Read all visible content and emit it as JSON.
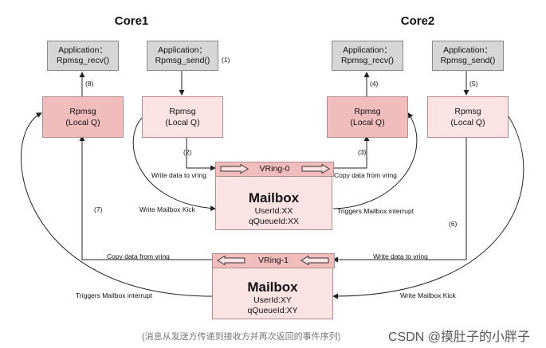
{
  "diagram": {
    "cores": [
      {
        "title": "Core1",
        "apps": [
          {
            "line1": "Application：",
            "line2": "Rpmsg_recv()"
          },
          {
            "line1": "Application：",
            "line2": "Rpmsg_send()"
          }
        ],
        "rpmsg": [
          {
            "line1": "Rpmsg",
            "line2": "(Local Q)"
          },
          {
            "line1": "Rpmsg",
            "line2": "(Local Q)"
          }
        ]
      },
      {
        "title": "Core2",
        "apps": [
          {
            "line1": "Application：",
            "line2": "Rpmsg_recv()"
          },
          {
            "line1": "Application：",
            "line2": "Rpmsg_send()"
          }
        ],
        "rpmsg": [
          {
            "line1": "Rpmsg",
            "line2": "(Local Q)"
          },
          {
            "line1": "Rpmsg",
            "line2": "(Local Q)"
          }
        ]
      }
    ],
    "vrings": [
      {
        "label": "VRing-0"
      },
      {
        "label": "VRing-1"
      }
    ],
    "mailboxes": [
      {
        "title": "Mailbox",
        "user_id": "UserId:XX",
        "queue_id": "qQueueId:XX"
      },
      {
        "title": "Mailbox",
        "user_id": "UserId:XY",
        "queue_id": "qQueueId:XY"
      }
    ],
    "steps": [
      "(1)",
      "(2)",
      "(3)",
      "(4)",
      "(5)",
      "(6)",
      "(7)",
      "(8)"
    ],
    "labels": {
      "write_vring_1": "Write data to vring",
      "copy_vring_0": "Copy data from vring",
      "write_kick_1": "Write Mailbox Kick",
      "trigger_1": "Triggers Mailbox interrupt",
      "copy_vring_1": "Copy data from vring",
      "write_vring_2": "Write data to vring",
      "trigger_2": "Triggers Mailbox interrupt",
      "write_kick_2": "Write Mailbox Kick"
    }
  },
  "caption": "(消息从发送方传递到接收方并再次返回的事件序列)",
  "watermark": "CSDN @摸肚子的小胖子"
}
